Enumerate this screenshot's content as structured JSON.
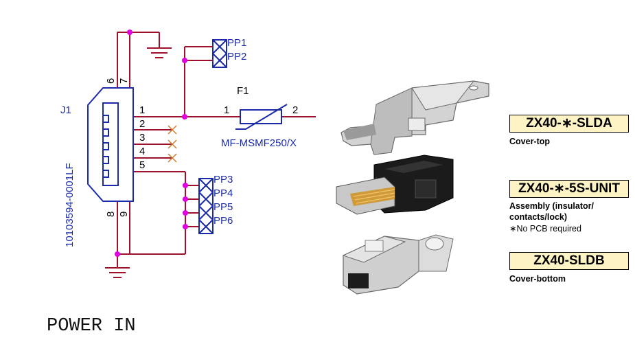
{
  "schematic": {
    "connector_ref": "J1",
    "connector_part": "10103594-0001LF",
    "pins": [
      "1",
      "2",
      "3",
      "4",
      "5",
      "6",
      "7",
      "8",
      "9"
    ],
    "fuse_ref": "F1",
    "fuse_part": "MF-MSMF250/X",
    "fuse_pins": [
      "1",
      "2"
    ],
    "test_points": [
      "PP1",
      "PP2",
      "PP3",
      "PP4",
      "PP5",
      "PP6"
    ],
    "title": "POWER IN"
  },
  "parts": [
    {
      "name": "ZX40-∗-SLDA",
      "desc_bold": "Cover-top",
      "desc_normal": ""
    },
    {
      "name": "ZX40-∗-5S-UNIT",
      "desc_bold": "Assembly (insulator/ contacts/lock)",
      "desc_normal": "∗No PCB required"
    },
    {
      "name": "ZX40-SLDB",
      "desc_bold": "Cover-bottom",
      "desc_normal": ""
    }
  ],
  "colors": {
    "wire": "#a0102a",
    "symbol": "#1a2aa8",
    "junction": "#e000e0",
    "nc": "#d07a2a",
    "part_label_bg": "#fdf3c4"
  }
}
